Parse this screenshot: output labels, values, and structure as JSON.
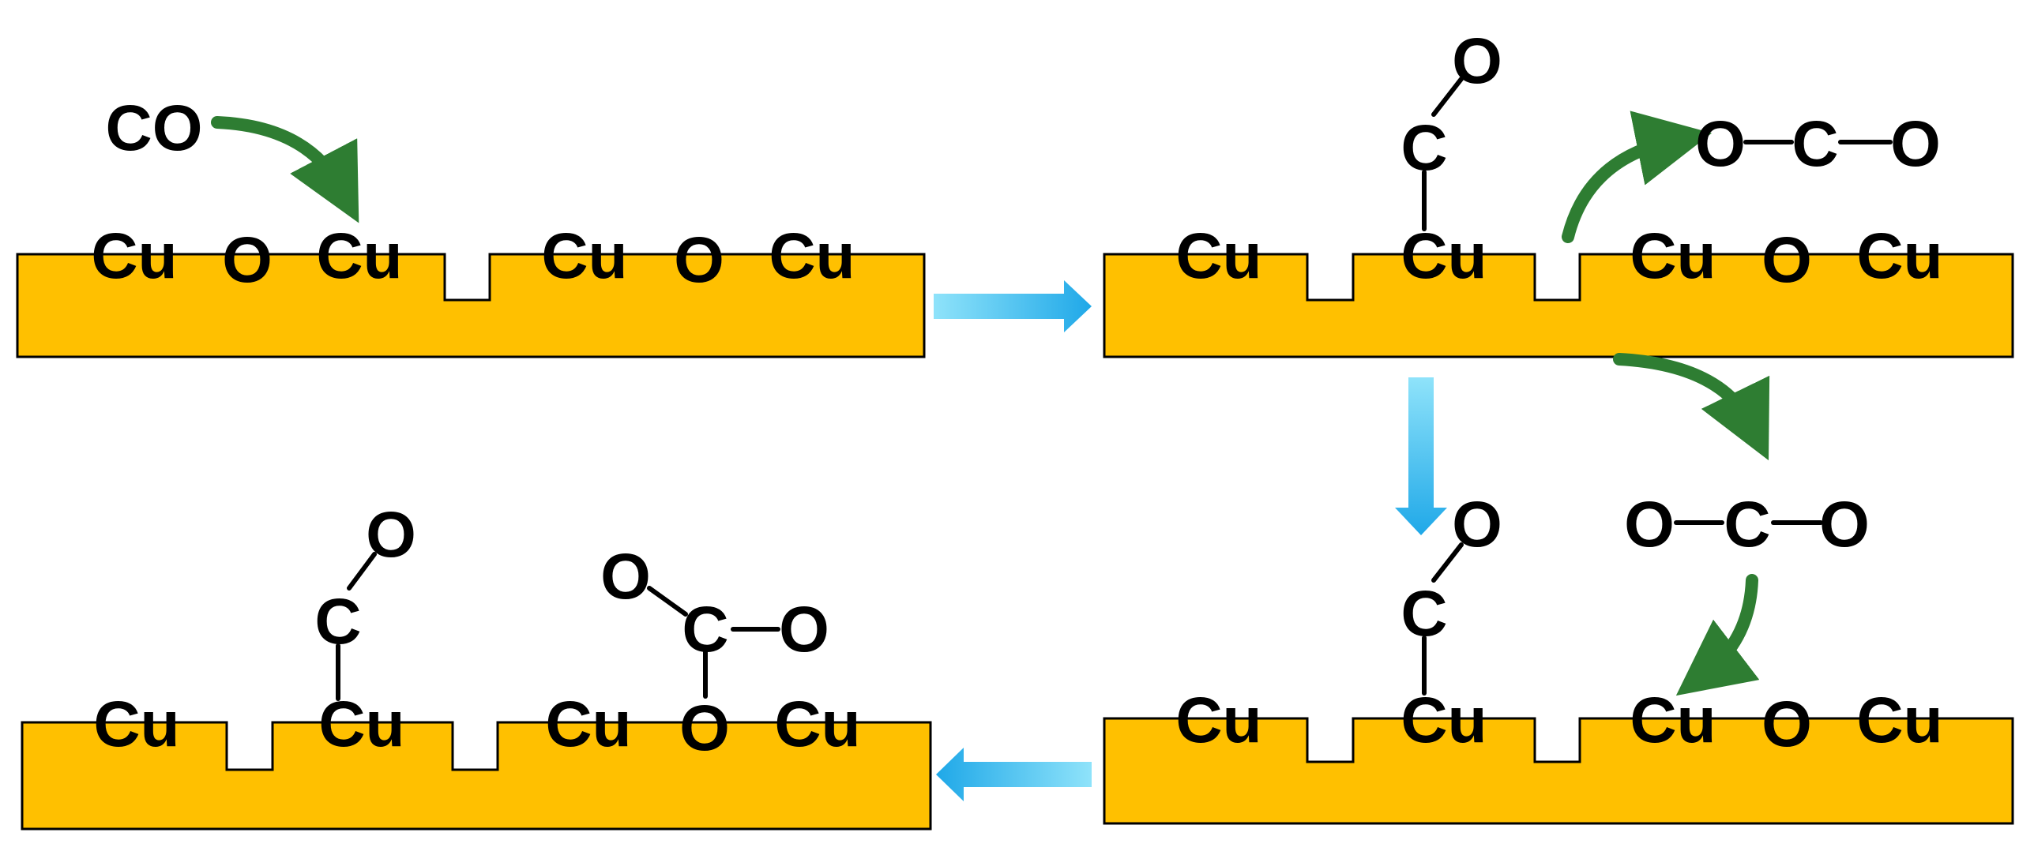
{
  "colors": {
    "surface": "#FFC000",
    "step_arrow": "#1FA8E8",
    "reaction_arrow": "#2E7D32",
    "ink": "#000000"
  },
  "panel1": {
    "surface_labels": [
      "Cu",
      "O",
      "Cu",
      "Cu",
      "O",
      "Cu"
    ],
    "incoming_molecule": "CO"
  },
  "panel2": {
    "surface_labels": [
      "Cu",
      "Cu",
      "Cu",
      "O",
      "Cu"
    ],
    "adsorbate_c": "C",
    "adsorbate_o": "O",
    "product": [
      "O",
      "C",
      "O"
    ]
  },
  "panel3": {
    "surface_labels": [
      "Cu",
      "Cu",
      "Cu",
      "O",
      "Cu"
    ],
    "adsorbate_c": "C",
    "adsorbate_o": "O",
    "molecule": [
      "O",
      "C",
      "O"
    ]
  },
  "panel4": {
    "surface_labels": [
      "Cu",
      "Cu",
      "Cu",
      "O",
      "Cu"
    ],
    "adsorbate_c": "C",
    "adsorbate_o": "O",
    "carbonate": [
      "O",
      "C",
      "O"
    ]
  }
}
